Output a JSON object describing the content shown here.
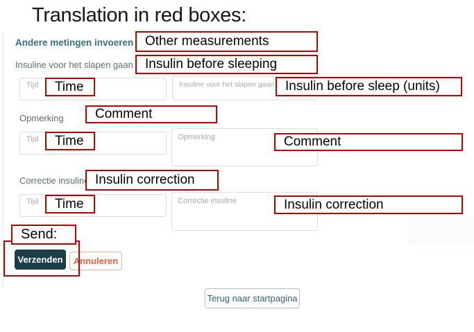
{
  "title": "Translation in red boxes:",
  "form": {
    "other_measurements_heading": "Andere metingen invoeren",
    "insulin_sleep_label": "Insuline voor het slapen gaan",
    "comment_label": "Opmerking",
    "correction_label": "Correctie insuline",
    "fields": {
      "time_placeholder": "Tijd",
      "insulin_sleep_placeholder": "Insuline voor het slapen gaan (eh)",
      "comment_placeholder": "Opmerking",
      "correction_placeholder": "Correctie insuline"
    },
    "buttons": {
      "submit": "Verzenden",
      "cancel": "Annuleren",
      "back": "Terug naar startpagina"
    }
  },
  "annotations": {
    "other_measurements": "Other measurements",
    "insulin_before_sleeping": "Insulin before sleeping",
    "time_1": "Time",
    "insulin_before_sleep_units": "Insulin before sleep (units)",
    "comment_heading": "Comment",
    "time_2": "Time",
    "comment_field": "Comment",
    "insulin_correction_heading": "Insulin correction",
    "time_3": "Time",
    "insulin_correction_field": "Insulin correction",
    "send": "Send:"
  },
  "colors": {
    "annotation_red": "#bb0000",
    "submit_button_teal": "#1d3e48",
    "cancel_button_orange": "#dd6138",
    "heading_teal": "#35707c"
  }
}
